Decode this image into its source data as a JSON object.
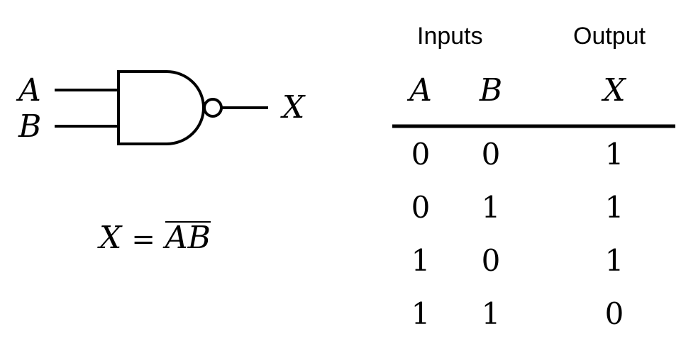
{
  "gate": {
    "input_a": "A",
    "input_b": "B",
    "output": "X"
  },
  "equation": {
    "lhs": "X",
    "equals": "=",
    "rhs": "AB"
  },
  "truth_table": {
    "group_inputs": "Inputs",
    "group_output": "Output",
    "columns": [
      "A",
      "B",
      "X"
    ],
    "rows": [
      [
        "0",
        "0",
        "1"
      ],
      [
        "0",
        "1",
        "1"
      ],
      [
        "1",
        "0",
        "1"
      ],
      [
        "1",
        "1",
        "0"
      ]
    ]
  }
}
